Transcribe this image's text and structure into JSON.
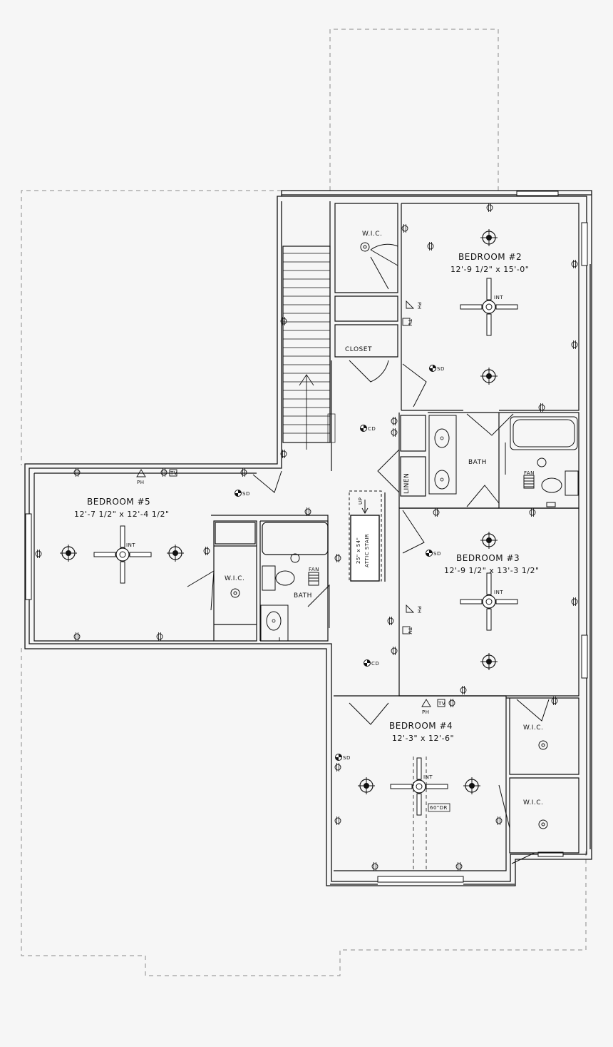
{
  "rooms": {
    "bedroom2": {
      "name": "BEDROOM #2",
      "dims": "12'-9 1/2\" x 15'-0\""
    },
    "bedroom3": {
      "name": "BEDROOM #3",
      "dims": "12'-9 1/2\" x 13'-3 1/2\""
    },
    "bedroom4": {
      "name": "BEDROOM #4",
      "dims": "12'-3\" x 12'-6\""
    },
    "bedroom5": {
      "name": "BEDROOM #5",
      "dims": "12'-7 1/2\" x 12'-4 1/2\""
    },
    "wic_b2": "W.I.C.",
    "wic_b5": "W.I.C.",
    "wic_b4a": "W.I.C.",
    "wic_b4b": "W.I.C.",
    "closet": "CLOSET",
    "linen": "LINEN",
    "bath_upper": "BATH",
    "bath_lower": "BATH"
  },
  "attic_stair": {
    "line1": "25\" x 54\"",
    "line2": "ATTIC STAIR",
    "dir": "UP"
  },
  "symbols": {
    "int": "INT",
    "fan": "FAN",
    "sd": "SD",
    "cd": "CD",
    "ph": "PH",
    "tv": "TV",
    "dr": "60\"DR"
  },
  "colors": {
    "background": "#f6f6f6",
    "line": "#111111",
    "dashed": "#8a8a8a"
  }
}
